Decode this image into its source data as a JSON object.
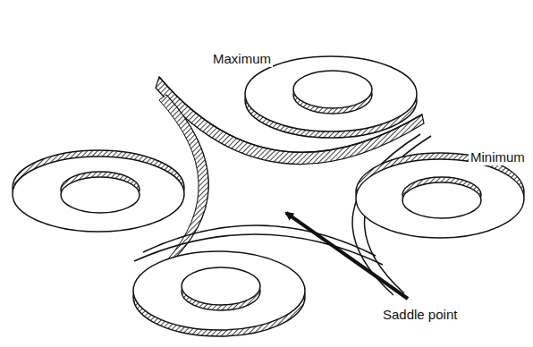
{
  "diagram": {
    "labels": [
      "Maximum",
      "Minimum",
      "Saddle point"
    ]
  }
}
